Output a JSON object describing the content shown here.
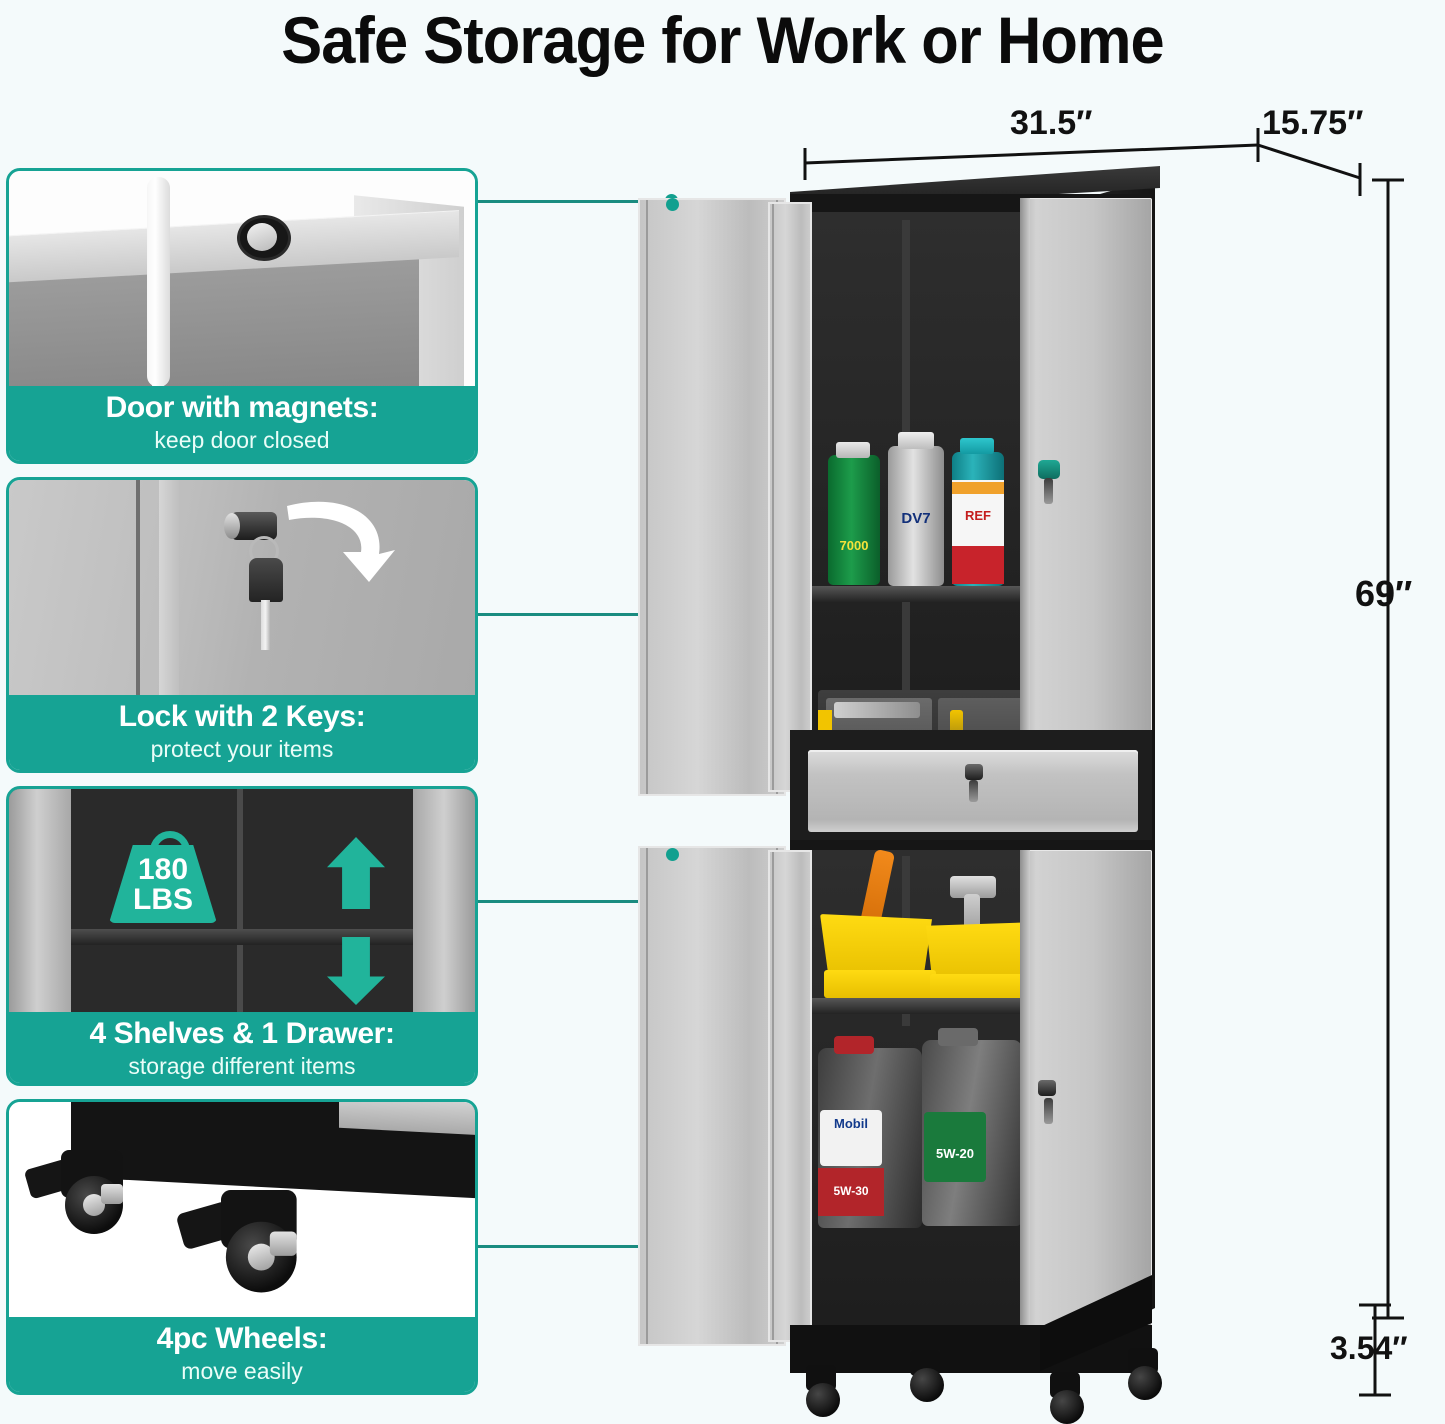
{
  "header": {
    "title": "Safe Storage for Work or Home"
  },
  "features": [
    {
      "id": "magnets",
      "title": "Door with magnets:",
      "subtitle": "keep door closed",
      "icons": [
        "magnet-icon",
        "door-rod-icon"
      ]
    },
    {
      "id": "lock",
      "title": "Lock with 2 Keys:",
      "subtitle": "protect your items",
      "icons": [
        "lock-cylinder-icon",
        "key-icon",
        "curved-arrow-icon"
      ]
    },
    {
      "id": "shelves",
      "title": "4 Shelves & 1 Drawer:",
      "subtitle": "storage different items",
      "badge_weight": "180",
      "badge_unit": "LBS",
      "icons": [
        "weight-icon",
        "arrow-up-icon",
        "arrow-down-icon"
      ]
    },
    {
      "id": "wheels",
      "title": "4pc Wheels:",
      "subtitle": "move easily",
      "icons": [
        "caster-wheel-icon"
      ]
    }
  ],
  "dimensions": {
    "width": "31.5″",
    "depth": "15.75″",
    "height": "69″",
    "caster_height": "3.54″"
  },
  "product": {
    "name": "metal-storage-cabinet",
    "contents": {
      "top_shelf_bottles": [
        "7000",
        "DV7",
        "REF"
      ],
      "second_shelf": "tool-set-case",
      "drawer": "locking-drawer",
      "lower_shelf": "yellow-parts-bins",
      "bottom_shelf_jugs": [
        "Mobil 5W-30",
        "5W-20"
      ]
    }
  },
  "colors": {
    "accent": "#16a394",
    "accent_dark": "#1a8c80",
    "background": "#f4fafb",
    "cabinet_body": "#161616",
    "door_gray": "#c6c6c6",
    "bin_yellow": "#ffd500"
  }
}
